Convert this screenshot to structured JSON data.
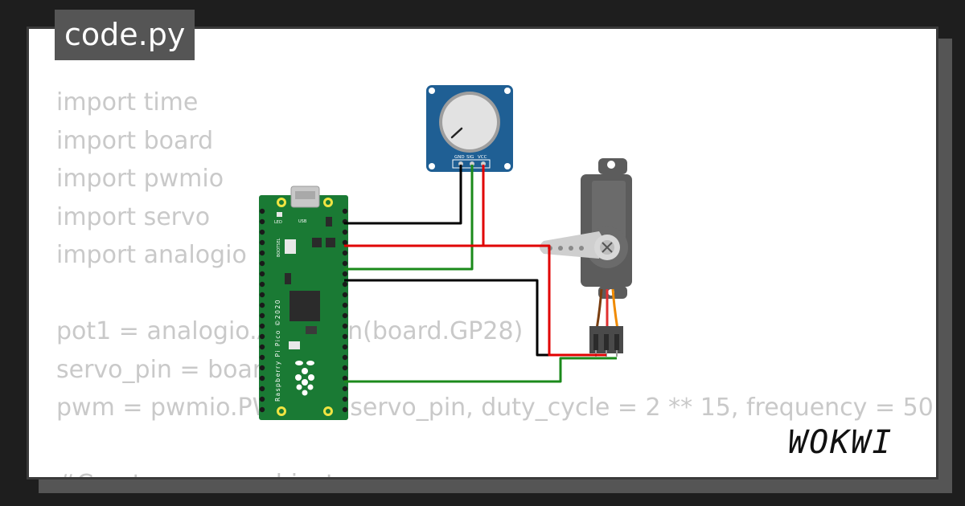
{
  "file_tab": {
    "label": "code.py"
  },
  "code_lines": [
    "import time",
    "import board",
    "import pwmio",
    "import servo",
    "import analogio",
    "",
    "pot1 = analogio.AnalogIn(board.GP28)",
    "servo_pin = board.GP0",
    "pwm = pwmio.PWMOut(servo_pin, duty_cycle = 2 ** 15, frequency = 50",
    "",
    "#Create a servo object"
  ],
  "pot_module": {
    "pins": [
      "GND",
      "SIG",
      "VCC"
    ]
  },
  "pico": {
    "usb_label": "USB",
    "led_label": "LED",
    "bootsel_label": "BOOTSEL",
    "board_text": "Raspberry Pi Pico ©2020"
  },
  "brand": {
    "name": "WOKWI"
  },
  "colors": {
    "board_green": "#1a7a34",
    "pot_blue": "#1f5f94",
    "servo_gray": "#5c5c5c",
    "wire_red": "#e00000",
    "wire_black": "#000000",
    "wire_green": "#1b8a1b"
  }
}
